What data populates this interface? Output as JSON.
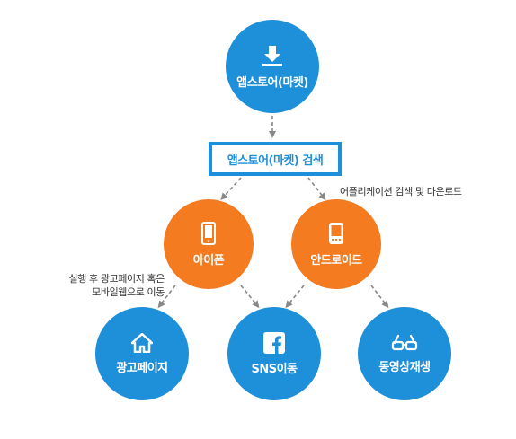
{
  "nodes": {
    "appstore": {
      "label": "앱스토어(마켓)",
      "icon": "download-icon"
    },
    "iphone": {
      "label": "아이폰",
      "icon": "smartphone-icon"
    },
    "android": {
      "label": "안드로이드",
      "icon": "android-phone-icon"
    },
    "ad_page": {
      "label": "광고페이지",
      "icon": "home-icon"
    },
    "sns": {
      "label": "SNS이동",
      "icon": "facebook-icon"
    },
    "video": {
      "label": "동영상재생",
      "icon": "3d-glasses-icon"
    }
  },
  "search_box": {
    "label": "앱스토어(마켓) 검색"
  },
  "notes": {
    "download": "어플리케이션 검색 및 다운로드",
    "run_line1": "실행 후 광고페이지 혹은",
    "run_line2": "모바일웹으로 이동"
  },
  "colors": {
    "blue": "#1e8fd9",
    "orange": "#f47b20",
    "arrow": "#888888"
  }
}
